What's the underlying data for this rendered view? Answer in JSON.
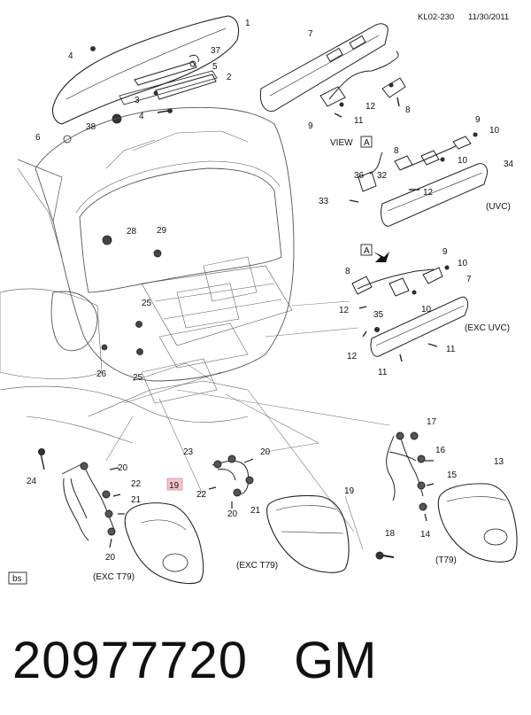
{
  "header": {
    "code": "KL02-230",
    "date": "11/30/2011"
  },
  "bs_box": "bs",
  "highlighted_callout": "19",
  "callouts": {
    "c1": "1",
    "c2": "2",
    "c3": "3",
    "c4": "4",
    "c5": "5",
    "c6": "6",
    "c7a": "7",
    "c7b": "7",
    "c8a": "8",
    "c8b": "8",
    "c8c": "8",
    "c9a": "9",
    "c9b": "9",
    "c9c": "9",
    "c10a": "10",
    "c10b": "10",
    "c10c": "10",
    "c10d": "10",
    "c11a": "11",
    "c11b": "11",
    "c11c": "11",
    "c12a": "12",
    "c12b": "12",
    "c12c": "12",
    "c12d": "12",
    "c13": "13",
    "c14": "14",
    "c15": "15",
    "c16": "16",
    "c17": "17",
    "c18": "18",
    "c19a": "19",
    "c19b": "19",
    "c20a": "20",
    "c20b": "20",
    "c20c": "20",
    "c21a": "21",
    "c21b": "21",
    "c22a": "22",
    "c22b": "22",
    "c23": "23",
    "c24": "24",
    "c25a": "25",
    "c25b": "25",
    "c26": "26",
    "c28": "28",
    "c29": "29",
    "c32": "32",
    "c33": "33",
    "c34": "34",
    "c35": "35",
    "c36": "36",
    "c37": "37",
    "c38": "38"
  },
  "labels": {
    "view": "VIEW",
    "view_box": "A",
    "arrow_box": "A",
    "uvc": "(UVC)",
    "exc_uvc": "(EXC UVC)",
    "exc_t79_left": "(EXC T79)",
    "exc_t79_mid": "(EXC T79)",
    "t79": "(T79)"
  },
  "part": {
    "number": "20977720",
    "brand": "GM"
  }
}
